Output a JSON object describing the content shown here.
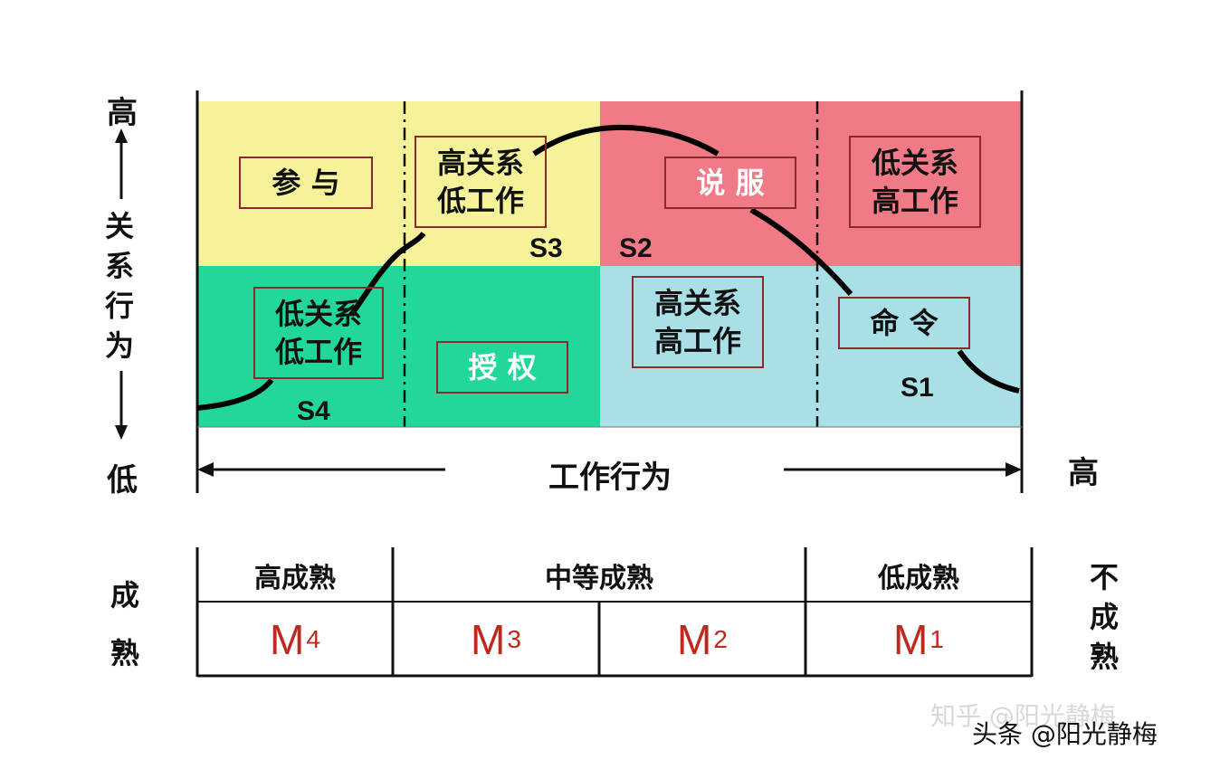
{
  "axis": {
    "relation_high": "高",
    "relation_label": [
      "关",
      "系",
      "行",
      "为"
    ],
    "relation_low": "低",
    "task_label": "工作行为",
    "task_high": "高"
  },
  "quadrants": {
    "s3": {
      "code": "S3",
      "style_box": "参 与",
      "box": "高关系\n低工作"
    },
    "s2": {
      "code": "S2",
      "style_box": "说 服",
      "box": "低关系\n高工作"
    },
    "s4": {
      "code": "S4",
      "box": "低关系\n低工作",
      "style_box": "授 权"
    },
    "s1": {
      "code": "S1",
      "box": "高关系\n高工作",
      "style_box": "命 令"
    }
  },
  "colors": {
    "yellow": "#f5f29a",
    "red": "#f07a86",
    "green": "#22d79a",
    "blue": "#a9dfe6",
    "accent": "#c0281e"
  },
  "maturity": {
    "left_label": [
      "成",
      "熟"
    ],
    "right_label": [
      "不",
      "成",
      "熟"
    ],
    "headers": [
      "高成熟",
      "中等成熟",
      "低成熟"
    ],
    "levels": [
      {
        "base": "M",
        "sub": "4"
      },
      {
        "base": "M",
        "sub": "3"
      },
      {
        "base": "M",
        "sub": "2"
      },
      {
        "base": "M",
        "sub": "1"
      }
    ]
  },
  "watermark": {
    "faded": "知乎 @阳光静梅",
    "main": "头条 @阳光静梅"
  }
}
